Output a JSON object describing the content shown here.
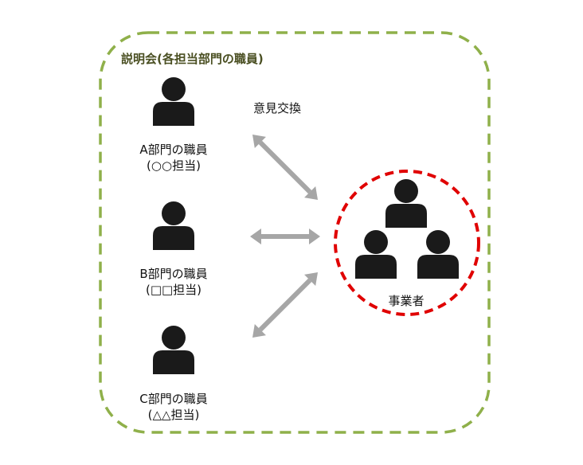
{
  "title": "説明会(各担当部門の職員)",
  "exchange_label": "意見交換",
  "staff": [
    {
      "line1": "A部門の職員",
      "line2": "(○○担当)"
    },
    {
      "line1": "B部門の職員",
      "line2": "(□□担当)"
    },
    {
      "line1": "C部門の職員",
      "line2": "(△△担当)"
    }
  ],
  "business": {
    "label": "事業者"
  },
  "colors": {
    "frame": "#8fb04a",
    "business_circle": "#e00000",
    "arrow": "#a6a6a6",
    "person": "#1a1a1a"
  },
  "icons": [
    "person-icon",
    "double-arrow-icon"
  ]
}
